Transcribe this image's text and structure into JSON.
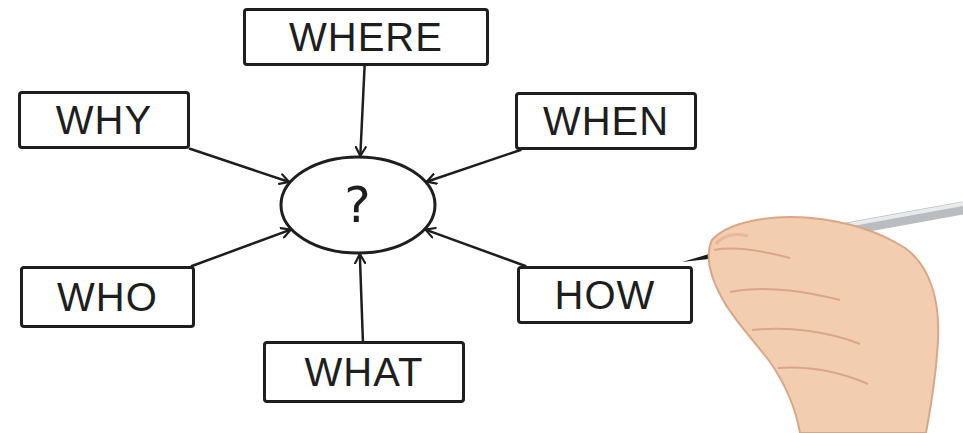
{
  "diagram": {
    "nodes": [
      {
        "text": [
          "WHERE"
        ]
      },
      {
        "text": [
          "WHY"
        ]
      },
      {
        "text": [
          "WHEN"
        ]
      },
      {
        "text": [
          "?"
        ]
      },
      {
        "text": [
          "WHO"
        ]
      },
      {
        "text": [
          "HOW"
        ]
      },
      {
        "text": [
          "WHAT"
        ]
      }
    ],
    "edges": [
      {
        "from": 0,
        "to": 3,
        "arrow": "to"
      },
      {
        "from": 1,
        "to": 3,
        "arrow": "to"
      },
      {
        "from": 2,
        "to": 3,
        "arrow": "to"
      },
      {
        "from": 4,
        "to": 3,
        "arrow": "to"
      },
      {
        "from": 5,
        "to": 3,
        "arrow": "to"
      },
      {
        "from": 6,
        "to": 3,
        "arrow": "to"
      }
    ]
  }
}
